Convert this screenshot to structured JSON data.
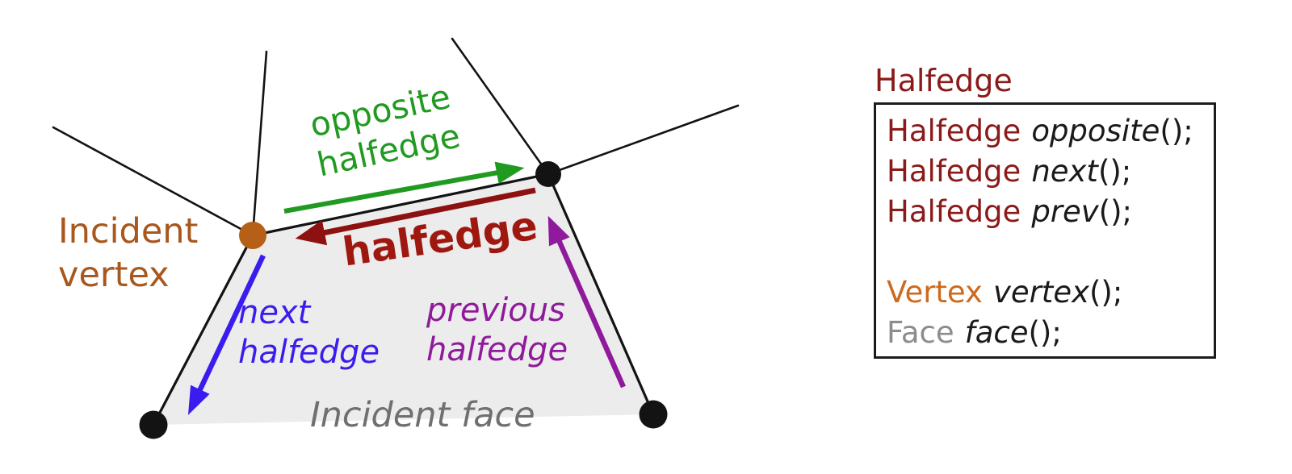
{
  "palette": {
    "green": "#219a21",
    "dark-red": "#8e1111",
    "label-red": "#9e1810",
    "blue": "#3a1dee",
    "purple": "#8f1a9b",
    "orange-dot": "#b55f17",
    "orange-text": "#a8571d",
    "gray-label": "#6f6f6f",
    "face-fill": "#ececec",
    "line-black": "#131313",
    "kw-red": "#8b1a1a",
    "kw-vertex": "#cd6a1e",
    "kw-face": "#8c8c8c"
  },
  "diagram": {
    "labels": {
      "incident_vertex": {
        "line1": "Incident",
        "line2": "vertex"
      },
      "opposite_halfedge": {
        "line1": "opposite",
        "line2": "halfedge"
      },
      "halfedge": {
        "text": "halfedge"
      },
      "next_halfedge": {
        "line1": "next",
        "line2": "halfedge"
      },
      "previous_halfedge": {
        "line1": "previous",
        "line2": "halfedge"
      },
      "incident_face": {
        "text": "Incident face"
      }
    }
  },
  "panel": {
    "title": "Halfedge",
    "rows": [
      {
        "type": "Halfedge",
        "method": "opposite",
        "punct": "();"
      },
      {
        "type": "Halfedge",
        "method": "next",
        "punct": "();"
      },
      {
        "type": "Halfedge",
        "method": "prev",
        "punct": "();"
      },
      {
        "type": "",
        "method": "",
        "punct": ""
      },
      {
        "type": "Vertex",
        "method": "vertex",
        "punct": "();"
      },
      {
        "type": "Face",
        "method": "face",
        "punct": "();"
      }
    ]
  }
}
